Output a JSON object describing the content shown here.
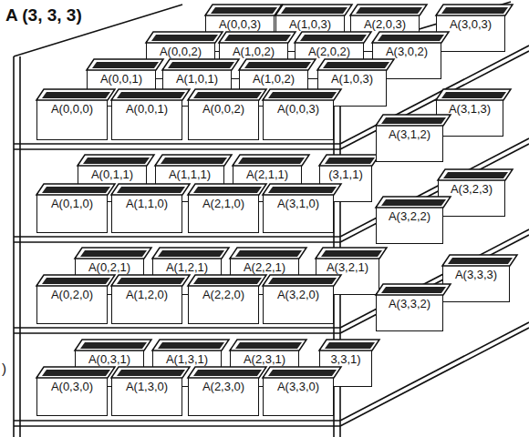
{
  "diagram": {
    "nodes": [
      {
        "text": [
          "A(0,0,3)"
        ]
      },
      {
        "text": [
          "A(1,0,3)"
        ]
      },
      {
        "text": [
          "A(2,0,3)"
        ]
      },
      {
        "text": [
          "A(3,0,3)"
        ]
      },
      {
        "text": [
          "A(0,0,2)"
        ]
      },
      {
        "text": [
          "A(1,0,2)"
        ]
      },
      {
        "text": [
          "A(2,0,2)"
        ]
      },
      {
        "text": [
          "A(3,0,2)"
        ]
      },
      {
        "text": [
          "A(0,0,1)"
        ]
      },
      {
        "text": [
          "A(1,0,1)"
        ]
      },
      {
        "text": [
          "A(1,0,2)"
        ]
      },
      {
        "text": [
          "A(1,0,3)"
        ]
      },
      {
        "text": [
          "A(0,0,0)"
        ]
      },
      {
        "text": [
          "A(0,0,1)"
        ]
      },
      {
        "text": [
          "A(0,0,2)"
        ]
      },
      {
        "text": [
          "A(0,0,3)"
        ]
      },
      {
        "text": [
          "A(0,1,1)"
        ]
      },
      {
        "text": [
          "A(1,1,1)"
        ]
      },
      {
        "text": [
          "A(2,1,1)"
        ]
      },
      {
        "text": [
          "(3,1,1)"
        ]
      },
      {
        "text": [
          "A(0,1,0)"
        ]
      },
      {
        "text": [
          "A(1,1,0)"
        ]
      },
      {
        "text": [
          "A(2,1,0)"
        ]
      },
      {
        "text": [
          "A(3,1,0)"
        ]
      },
      {
        "text": [
          "A(0,2,1)"
        ]
      },
      {
        "text": [
          "A(1,2,1)"
        ]
      },
      {
        "text": [
          "A(2,2,1)"
        ]
      },
      {
        "text": [
          "A(3,2,1)"
        ]
      },
      {
        "text": [
          "A(0,2,0)"
        ]
      },
      {
        "text": [
          "A(1,2,0)"
        ]
      },
      {
        "text": [
          "A(2,2,0)"
        ]
      },
      {
        "text": [
          "A(3,2,0)"
        ]
      },
      {
        "text": [
          "A(0,3,1)"
        ]
      },
      {
        "text": [
          "A(1,3,1)"
        ]
      },
      {
        "text": [
          "A(2,3,1)"
        ]
      },
      {
        "text": [
          "3,3,1)"
        ]
      },
      {
        "text": [
          "A(0,3,0)"
        ]
      },
      {
        "text": [
          "A(1,3,0)"
        ]
      },
      {
        "text": [
          "A(2,3,0)"
        ]
      },
      {
        "text": [
          "A(3,3,0)"
        ]
      },
      {
        "text": [
          "A(3,1,3)"
        ]
      },
      {
        "text": [
          "A(3,1,2)"
        ]
      },
      {
        "text": [
          "A(3,2,3)"
        ]
      },
      {
        "text": [
          "A(3,2,2)"
        ]
      },
      {
        "text": [
          "A(3,3,3)"
        ]
      },
      {
        "text": [
          "A(3,3,2)"
        ]
      }
    ],
    "labels": [
      "A (3, 3, 3)",
      ")"
    ]
  }
}
